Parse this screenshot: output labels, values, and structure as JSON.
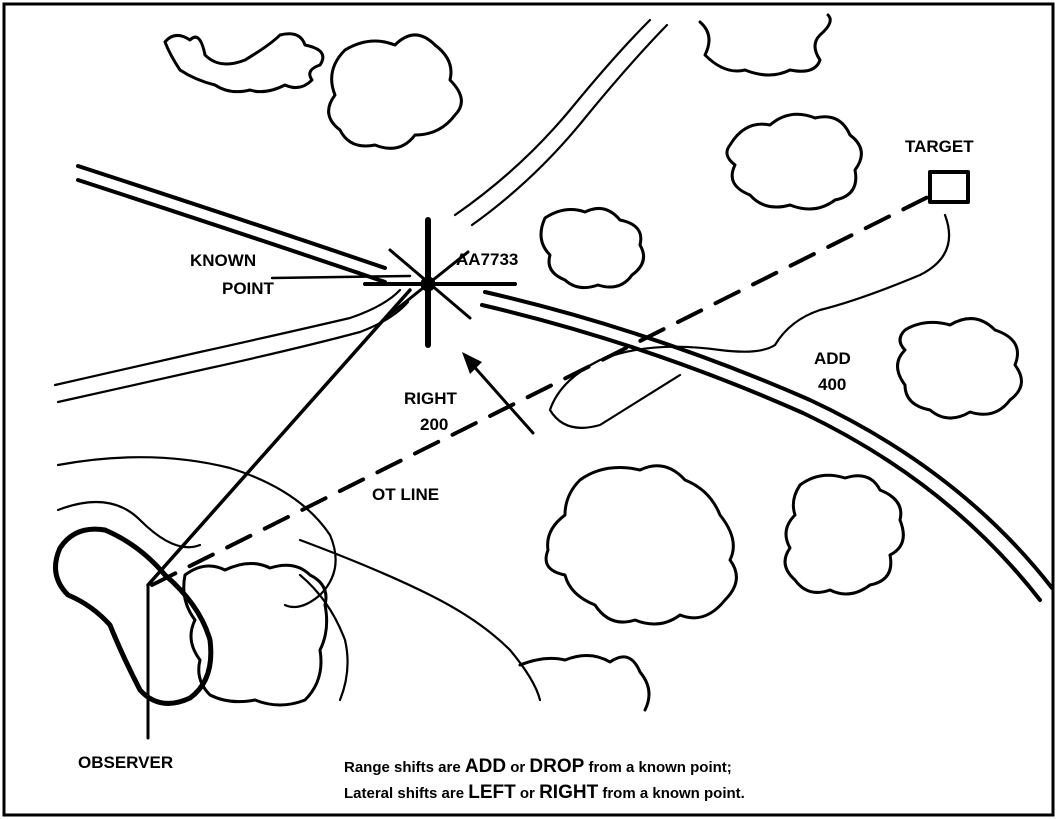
{
  "labels": {
    "target": "TARGET",
    "known_point_line1": "KNOWN",
    "known_point_line2": "POINT",
    "grid": "AA7733",
    "add_line1": "ADD",
    "add_line2": "400",
    "right_line1": "RIGHT",
    "right_line2": "200",
    "ot_line": "OT LINE",
    "observer": "OBSERVER"
  },
  "caption": {
    "line1": {
      "pre": "Range shifts are ",
      "kw1": "ADD",
      "mid": " or ",
      "kw2": "DROP",
      "post": " from a known point;"
    },
    "line2": {
      "pre": "Lateral shifts are ",
      "kw1": "LEFT",
      "mid": " or ",
      "kw2": "RIGHT",
      "post": " from a known point."
    }
  }
}
